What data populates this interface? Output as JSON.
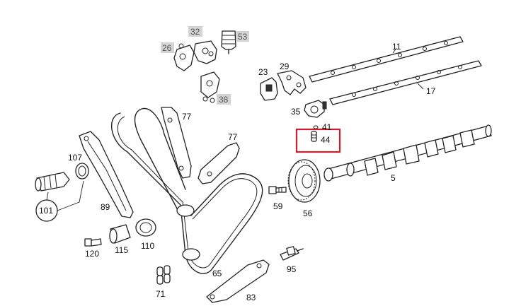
{
  "callouts": {
    "p11": "11",
    "p17": "17",
    "p23": "23",
    "p26": "26",
    "p29": "29",
    "p32": "32",
    "p35": "35",
    "p38": "38",
    "p41": "41",
    "p44": "44",
    "p5": "5",
    "p53": "53",
    "p56": "56",
    "p59": "59",
    "p65": "65",
    "p71": "71",
    "p77a": "77",
    "p77b": "77",
    "p83": "83",
    "p89": "89",
    "p95": "95",
    "p101": "101",
    "p107": "107",
    "p110": "110",
    "p115": "115",
    "p120": "120"
  },
  "colors": {
    "highlight": "#cc1f2d",
    "grey_label_bg": "#d4d4d4",
    "line": "#222222"
  },
  "highlighted_part": "44"
}
